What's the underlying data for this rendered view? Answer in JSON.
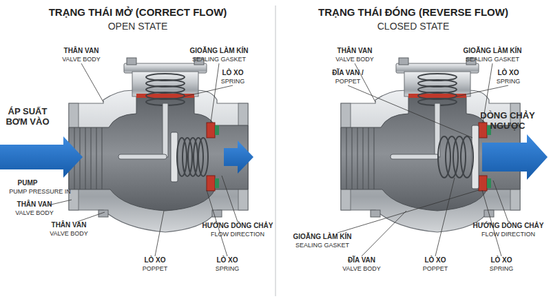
{
  "diagram": {
    "labels": [
      "TRẠNG THÁI MỞ (CORRECT FLOW)",
      "OPEN STATE",
      "THÂN VAN",
      "VALVE BODY",
      "GIOĂNG LÀM KÍN",
      "SEALING GASKET",
      "LÒ XO",
      "SPRING",
      "ÁP SUẤT BƠM VÀO",
      "PUMP",
      "PUMP PRESSURE IN",
      "THÂN VAN",
      "VALVE BODY",
      "THÂN VAN",
      "VALVE BODY",
      "LÒ XO",
      "POPPET",
      "HƯỚNG DÒNG CHẢY",
      "FLOW DIRECTION",
      "LÒ XO",
      "SPRING",
      "TRẠNG THÁI ĐÓNG (REVERSE FLOW)",
      "CLOSED STATE",
      "THÂN VAN",
      "VALVE BODY",
      "GIOĂNG LÀM KÍN",
      "SEALING GASKET",
      "ĐĨA VAN /",
      "POPPET",
      "LÒ XO",
      "SPRING",
      "DÒNG CHẢY NGƯỢC",
      "GIOĂNG LÀM KÍN",
      "SEALING GASKET",
      "ĐĨA VAN",
      "VALVE BODY",
      "LÒ XO",
      "POPPET",
      "HƯỚNG DÒNG CHẢY",
      "FLOW DIRECTION",
      "LÒ XO",
      "SPRING"
    ]
  }
}
